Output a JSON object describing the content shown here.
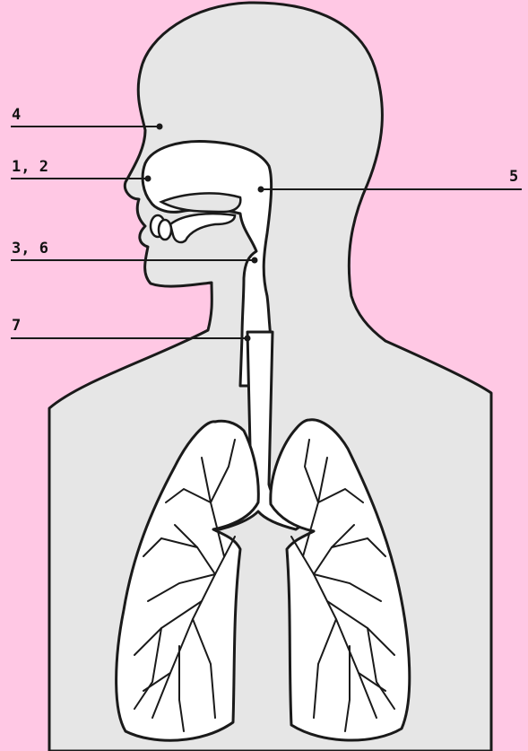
{
  "diagram": {
    "labels": {
      "l4": "4",
      "l12": "1, 2",
      "l5": "5",
      "l36": "3, 6",
      "l7": "7"
    },
    "colors": {
      "background": "#ffc8e4",
      "body_fill": "#e6e6e6",
      "organ_fill": "#ffffff",
      "outline": "#1a1a1a"
    }
  }
}
